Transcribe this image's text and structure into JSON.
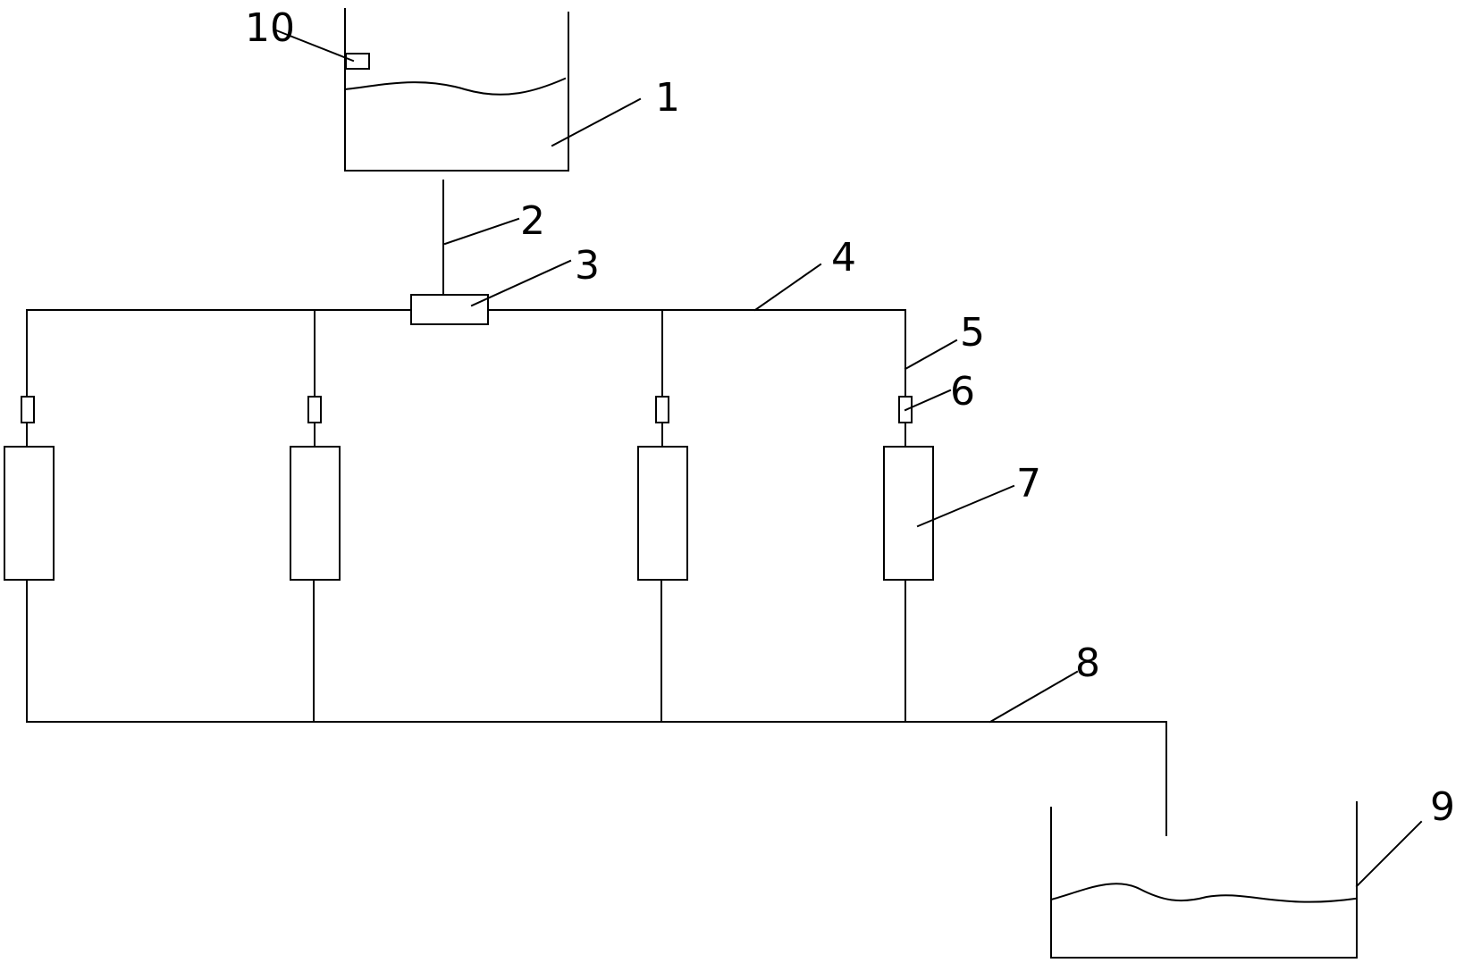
{
  "labels": {
    "l1": "1",
    "l2": "2",
    "l3": "3",
    "l4": "4",
    "l5": "5",
    "l6": "6",
    "l7": "7",
    "l8": "8",
    "l9": "9",
    "l10": "10"
  },
  "colors": {
    "stroke": "#000000",
    "background": "#ffffff"
  }
}
